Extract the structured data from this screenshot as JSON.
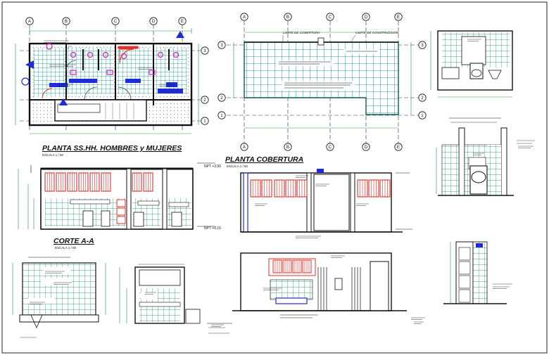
{
  "titles": {
    "plan_ss_hh": "PLANTA SS.HH. HOMBRES y MUJERES",
    "plan_ss_hh_scale": "ESCALA 1 / 50",
    "plan_cobertura": "PLANTA COBERTURA",
    "plan_cobertura_scale": "ESCALA 1 / 50",
    "corte_a": "CORTE A-A",
    "corte_a_scale": "ESCALA 1 / 50"
  },
  "grid_axes": {
    "plan_letters": [
      "A",
      "B",
      "C",
      "D",
      "E"
    ],
    "plan_numbers": [
      "1",
      "2",
      "3"
    ],
    "roof_letters": [
      "A",
      "B",
      "C",
      "D",
      "E"
    ],
    "roof_numbers": [
      "1",
      "2",
      "3"
    ]
  },
  "roof_notes": {
    "limite_cobertura": "LIMITE DE COBERTURA",
    "limite_construccion": "LIMITE DE CONSTRUCCION"
  },
  "level_tags": {
    "npt_top": "NPT +3.50",
    "npt_floor": "NPT +0.15"
  },
  "colors": {
    "cad_line": "#111111",
    "axis_blue": "#1e2bd6",
    "tile_cyan": "#00a8a8",
    "door_red": "#e0302a",
    "fixture_magenta": "#d21cc8",
    "dim_green": "#1a9a3a"
  }
}
